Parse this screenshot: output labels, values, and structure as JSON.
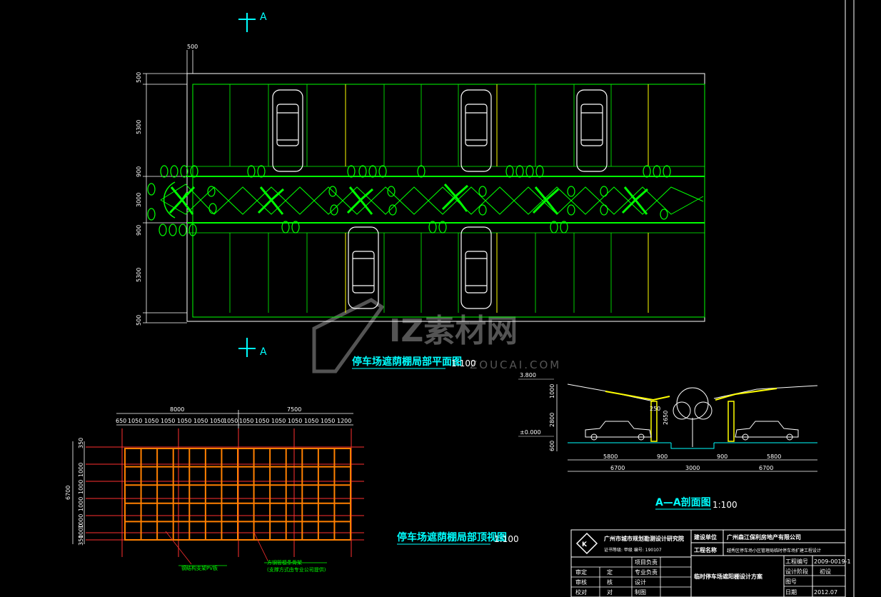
{
  "section_markers": {
    "label": "A"
  },
  "plan": {
    "title": "停车场遮荫棚局部平面图",
    "scale": "1:100",
    "dims_left": [
      "500",
      "5300",
      "900",
      "3000",
      "900",
      "5300",
      "500"
    ],
    "dim_top": "500"
  },
  "top_view": {
    "title": "停车场遮荫棚局部顶视图",
    "scale": "1:100",
    "total_top": [
      "8000",
      "7500"
    ],
    "bay_dims": [
      "650",
      "1050",
      "1050",
      "1050",
      "1050",
      "1050",
      "1050",
      "1050",
      "1050",
      "1050",
      "1050",
      "1050",
      "1050",
      "1050",
      "1200"
    ],
    "side_total": "6700",
    "side_dims": [
      "350",
      "1000",
      "1000",
      "1000",
      "1000",
      "1000",
      "350"
    ],
    "callout_1": "钢结构支架PV板",
    "callout_2": "方钢管檩条骨架",
    "callout_3": "(支撑方式由专业公司提供)"
  },
  "section": {
    "title": "A—A剖面图",
    "scale": "1:100",
    "level_top": "3.800",
    "level_zero": "±0.000",
    "dims_vert": [
      "1000",
      "2800",
      "600"
    ],
    "dim_250": "250",
    "dim_2650": "2650",
    "dims_bottom_1": [
      "5800",
      "900",
      "900",
      "5800"
    ],
    "dims_bottom_2": [
      "6700",
      "3000",
      "6700"
    ]
  },
  "title_block": {
    "institute": "广州市城市规划勘测设计研究院",
    "institute_sub": "证书等级: 甲级   编号: 190107",
    "client_label": "建设单位",
    "client": "广州森江保利房地产有限公司",
    "project_label": "工程名称",
    "project": "越秀区停车场小区管理局临时停车场扩建工程设计",
    "drawing_title": "临时停车场遮阳棚设计方案",
    "roles_left": [
      "审定",
      "审核",
      "校对"
    ],
    "roles_mid": [
      "定",
      "核",
      "对"
    ],
    "roles_right": [
      "项目负责",
      "专业负责",
      "设计",
      "制图"
    ],
    "job_no_label": "工程编号",
    "job_no": "2009-0019-1",
    "stage_label": "设计阶段",
    "stage": "初设",
    "sheet_label": "图号",
    "date_label": "日期",
    "date": "2012.07"
  },
  "watermark": {
    "brand": "IZ素材网",
    "url": "ZOUCAI.COM"
  },
  "colors": {
    "background": "#000000",
    "lines_green": "#00ff00",
    "lines_yellow": "#ffff00",
    "lines_cyan": "#00ffff",
    "frame_magenta": "#ff00ff",
    "roof_orange": "#ff8000",
    "truss_red": "#ff3030"
  }
}
